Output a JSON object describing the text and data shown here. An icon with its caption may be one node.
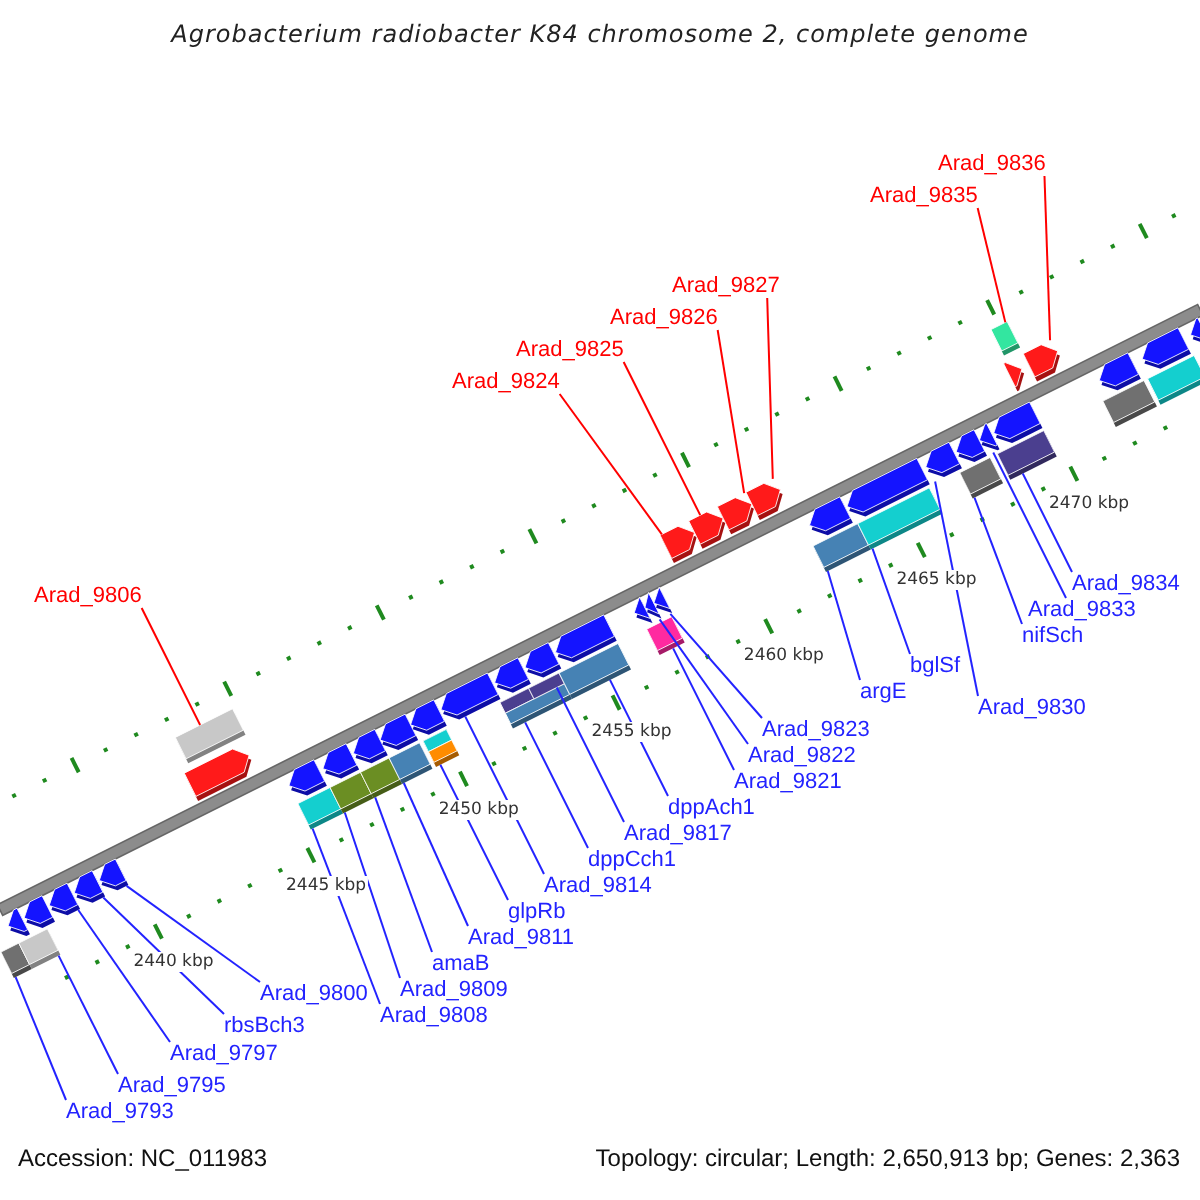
{
  "diagram": {
    "title": "Agrobacterium radiobacter K84 chromosome 2, complete genome",
    "nodes": [
      {
        "text": [
          "Arad_9806"
        ]
      },
      {
        "text": [
          "Arad_9824"
        ]
      },
      {
        "text": [
          "Arad_9825"
        ]
      },
      {
        "text": [
          "Arad_9826"
        ]
      },
      {
        "text": [
          "Arad_9827"
        ]
      },
      {
        "text": [
          "Arad_9835"
        ]
      },
      {
        "text": [
          "Arad_9836"
        ]
      },
      {
        "text": [
          "Arad_9793"
        ]
      },
      {
        "text": [
          "Arad_9795"
        ]
      },
      {
        "text": [
          "Arad_9797"
        ]
      },
      {
        "text": [
          "rbsBch3"
        ]
      },
      {
        "text": [
          "Arad_9800"
        ]
      },
      {
        "text": [
          "Arad_9808"
        ]
      },
      {
        "text": [
          "Arad_9809"
        ]
      },
      {
        "text": [
          "amaB"
        ]
      },
      {
        "text": [
          "Arad_9811"
        ]
      },
      {
        "text": [
          "glpRb"
        ]
      },
      {
        "text": [
          "Arad_9814"
        ]
      },
      {
        "text": [
          "dppCch1"
        ]
      },
      {
        "text": [
          "Arad_9817"
        ]
      },
      {
        "text": [
          "dppAch1"
        ]
      },
      {
        "text": [
          "Arad_9821"
        ]
      },
      {
        "text": [
          "Arad_9822"
        ]
      },
      {
        "text": [
          "Arad_9823"
        ]
      },
      {
        "text": [
          "argE"
        ]
      },
      {
        "text": [
          "bglSf"
        ]
      },
      {
        "text": [
          "Arad_9830"
        ]
      },
      {
        "text": [
          "nifSch"
        ]
      },
      {
        "text": [
          "Arad_9833"
        ]
      },
      {
        "text": [
          "Arad_9834"
        ]
      },
      {
        "text": [],
        "shape": "box"
      },
      {
        "text": [],
        "shape": "arrow"
      },
      {
        "text": [],
        "shape": "box"
      },
      {
        "text": [],
        "shape": "arrow"
      },
      {
        "text": [],
        "shape": "arrow"
      },
      {
        "text": [],
        "shape": "arrow"
      },
      {
        "text": [],
        "shape": "arrow"
      },
      {
        "text": [],
        "shape": "arrow"
      },
      {
        "text": [],
        "shape": "box"
      },
      {
        "text": [],
        "shape": "arrow"
      },
      {
        "text": [],
        "shape": "box"
      },
      {
        "text": [],
        "shape": "box"
      },
      {
        "text": [],
        "shape": "arrow"
      },
      {
        "text": [],
        "shape": "box"
      },
      {
        "text": [],
        "shape": "arrow"
      },
      {
        "text": [],
        "shape": "box"
      },
      {
        "text": [],
        "shape": "arrow"
      },
      {
        "text": [],
        "shape": "arrow"
      },
      {
        "text": [],
        "shape": "box"
      },
      {
        "text": [],
        "shape": "box"
      },
      {
        "text": [],
        "shape": "arrow"
      },
      {
        "text": [],
        "shape": "box"
      },
      {
        "text": [],
        "shape": "box"
      },
      {
        "text": [],
        "shape": "arrow"
      },
      {
        "text": [],
        "shape": "box"
      },
      {
        "text": [],
        "shape": "arrow"
      },
      {
        "text": [],
        "shape": "box"
      },
      {
        "text": [],
        "shape": "arrow"
      },
      {
        "text": [],
        "shape": "arrow"
      },
      {
        "text": [],
        "shape": "box"
      },
      {
        "text": [],
        "shape": "arrow"
      },
      {
        "text": [],
        "shape": "arrow"
      },
      {
        "text": [],
        "shape": "arrow"
      },
      {
        "text": [],
        "shape": "arrow"
      },
      {
        "text": [],
        "shape": "arrow"
      },
      {
        "text": [],
        "shape": "arrow"
      },
      {
        "text": [],
        "shape": "box"
      },
      {
        "text": [],
        "shape": "arrow"
      },
      {
        "text": [],
        "shape": "box"
      },
      {
        "text": [],
        "shape": "arrow"
      },
      {
        "text": [],
        "shape": "arrow"
      },
      {
        "text": [],
        "shape": "box"
      },
      {
        "text": [],
        "shape": "arrow"
      },
      {
        "text": [],
        "shape": "arrow"
      },
      {
        "text": [],
        "shape": "box"
      },
      {
        "text": [],
        "shape": "arrow"
      },
      {
        "text": [],
        "shape": "arrow"
      },
      {
        "text": [],
        "shape": "box"
      },
      {
        "text": [],
        "shape": "arrow"
      },
      {
        "text": [],
        "shape": "box"
      },
      {
        "text": [],
        "shape": "arrow"
      },
      {
        "text": [],
        "shape": "box"
      },
      {
        "text": [],
        "shape": "arrow"
      },
      {
        "text": [],
        "shape": "arrow"
      }
    ],
    "edges": [
      {
        "from": 0,
        "to": 38,
        "arrow": "none",
        "color": "#ff0000"
      },
      {
        "from": 1,
        "to": 62,
        "arrow": "none",
        "color": "#ff0000"
      },
      {
        "from": 2,
        "to": 63,
        "arrow": "none",
        "color": "#ff0000"
      },
      {
        "from": 3,
        "to": 64,
        "arrow": "none",
        "color": "#ff0000"
      },
      {
        "from": 4,
        "to": 65,
        "arrow": "none",
        "color": "#ff0000"
      },
      {
        "from": 5,
        "to": 77,
        "arrow": "none",
        "color": "#ff0000"
      },
      {
        "from": 6,
        "to": 78,
        "arrow": "none",
        "color": "#ff0000"
      },
      {
        "from": 7,
        "to": 30,
        "arrow": "none"
      },
      {
        "from": 8,
        "to": 32,
        "arrow": "none"
      },
      {
        "from": 9,
        "to": 34,
        "arrow": "none"
      },
      {
        "from": 10,
        "to": 35,
        "arrow": "none"
      },
      {
        "from": 11,
        "to": 36,
        "arrow": "none"
      },
      {
        "from": 12,
        "to": 40,
        "arrow": "none"
      },
      {
        "from": 13,
        "to": 41,
        "arrow": "none"
      },
      {
        "from": 14,
        "to": 43,
        "arrow": "none"
      },
      {
        "from": 15,
        "to": 45,
        "arrow": "none"
      },
      {
        "from": 16,
        "to": 49,
        "arrow": "none"
      },
      {
        "from": 17,
        "to": 50,
        "arrow": "none"
      },
      {
        "from": 18,
        "to": 52,
        "arrow": "none"
      },
      {
        "from": 19,
        "to": 54,
        "arrow": "none"
      },
      {
        "from": 20,
        "to": 56,
        "arrow": "none"
      },
      {
        "from": 21,
        "to": 59,
        "arrow": "none"
      },
      {
        "from": 22,
        "to": 60,
        "arrow": "none"
      },
      {
        "from": 23,
        "to": 61,
        "arrow": "none"
      },
      {
        "from": 24,
        "to": 66,
        "arrow": "none"
      },
      {
        "from": 25,
        "to": 68,
        "arrow": "none"
      },
      {
        "from": 26,
        "to": 70,
        "arrow": "none"
      },
      {
        "from": 27,
        "to": 71,
        "arrow": "none"
      },
      {
        "from": 28,
        "to": 73,
        "arrow": "none"
      },
      {
        "from": 29,
        "to": 74,
        "arrow": "none"
      }
    ],
    "labels": [
      "2440 kbp",
      "2445 kbp",
      "2450 kbp",
      "2455 kbp",
      "2460 kbp",
      "2465 kbp",
      "2470 kbp",
      "Accession: NC_011983",
      "Topology: circular; Length: 2,650,913 bp; Genes: 2,363"
    ]
  }
}
